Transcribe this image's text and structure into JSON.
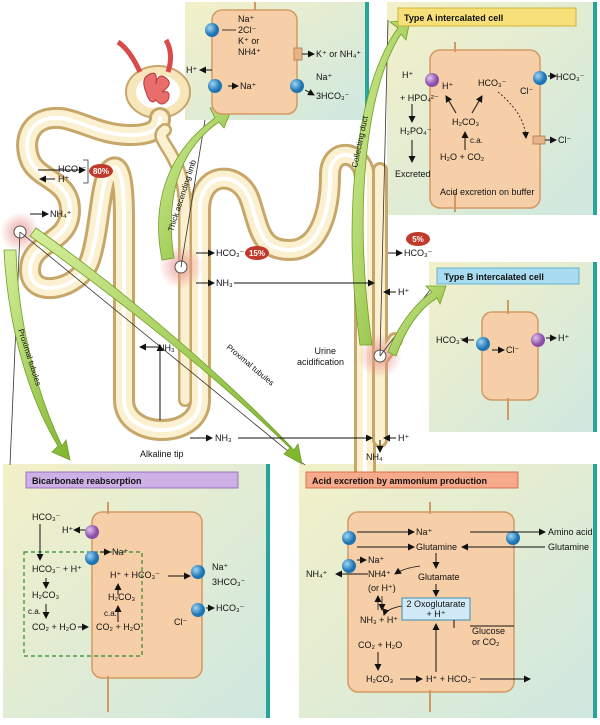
{
  "colors": {
    "tubule_fill": "#f6e6b9",
    "tubule_stroke": "#c7a66a",
    "cell_fill": "#f6cfa8",
    "cell_stroke": "#d29a63",
    "panel_bg": "#dff0e4",
    "sodium_pump": "#2f8fd0",
    "proton_pump": "#b277c9",
    "arrow_green": "#8bc53f",
    "pct_badge": "#c0392b",
    "type_a_header": "#f7e07a",
    "type_b_header": "#a9dcf0",
    "bicarb_header": "#cdb0e6",
    "ammonium_header": "#f6a98b"
  },
  "nephron": {
    "proximal_hco3": "HCO₃⁻",
    "proximal_h": "H⁺",
    "proximal_pct": "80%",
    "proximal_nh4": "NH₄⁺",
    "ascending_hco3": "HCO₃⁻",
    "ascending_pct": "15%",
    "ascending_nh3": "NH₃",
    "loop_nh3": "NH₃",
    "tip_nh3": "NH₃",
    "alkaline_tip": "Alkaline tip",
    "collecting_pct": "5%",
    "collecting_hco3": "HCO₃⁻",
    "collecting_h_top": "H⁺",
    "collecting_h_bottom": "H⁺",
    "urine_acidification_line1": "Urine",
    "urine_acidification_line2": "acidification",
    "bottom_nh4": "NH₄",
    "label_thick_ascending": "Thick ascending limb",
    "label_collecting_duct": "Collecting duct",
    "label_proximal_left": "Proximal tubules",
    "label_proximal_mid": "Proximal tubules"
  },
  "thick_ascending": {
    "na": "Na⁺",
    "cl": "2Cl⁻",
    "k_or": "K⁺ or",
    "nh4": "NH4⁺",
    "k_or_nh4": "K⁺ or NH₄⁺",
    "h": "H⁺",
    "na_left": "Na⁺",
    "na_right": "Na⁺",
    "hco3_3": "3HCO₃⁻"
  },
  "type_a": {
    "title": "Type A intercalated cell",
    "h_out": "H⁺",
    "h_in": "H⁺",
    "hpo4": "+ HPO₄²⁻",
    "h2po4": "H₂PO₄⁻",
    "excreted": "Excreted",
    "hco3_in": "HCO₃⁻",
    "cl_in": "Cl⁻",
    "hco3_out": "HCO₃⁻",
    "h2co3": "H₂CO₃",
    "ca": "c.a.",
    "h2o_co2": "H₂O  +  CO₂",
    "cl_out": "Cl⁻",
    "caption": "Acid excretion on buffer"
  },
  "type_b": {
    "title": "Type B intercalated cell",
    "hco3": "HCO₃⁻",
    "cl": "Cl⁻",
    "h": "H⁺"
  },
  "bicarb": {
    "title": "Bicarbonate reabsorption",
    "hco3_top": "HCO₃⁻",
    "h_top": "H⁺",
    "na_top": "Na⁺",
    "lumen_eq": "HCO₃⁻ + H⁺",
    "h2co3_lumen": "H₂CO₃",
    "ca_lumen": "c.a.",
    "co2_h2o_lumen": "CO₂  + H₂O",
    "h_cell": "H⁺ + HCO₃⁻",
    "h2co3_cell": "H₂CO₃",
    "ca_cell": "c.a.",
    "co2_h2o_cell": "CO₂ + H₂O",
    "na_right": "Na⁺",
    "hco3_3": "3HCO₃⁻",
    "hco3_right": "HCO₃⁻",
    "cl_right": "Cl⁻"
  },
  "ammonium": {
    "title": "Acid excretion by ammonium production",
    "na_top": "Na⁺",
    "glutamine": "Glutamine",
    "amino_acid": "Amino acid",
    "glutamine_right": "Glutamine",
    "na_left": "Na⁺",
    "nh4_out": "NH₄⁺",
    "nh4_in": "NH4⁺",
    "or_h": "(or H⁺)",
    "glutamate": "Glutamate",
    "oxoglutarate_line1": "2 Oxoglutarate",
    "oxoglutarate_line2": "+ H⁺",
    "nh3_h": "NH₃ + H⁺",
    "glucose_line1": "Glucose",
    "glucose_line2": "or CO₂",
    "co2_h2o": "CO₂ + H₂O",
    "h2co3": "H₂CO₃",
    "h_hco3": "H⁺ + HCO₃⁻"
  }
}
